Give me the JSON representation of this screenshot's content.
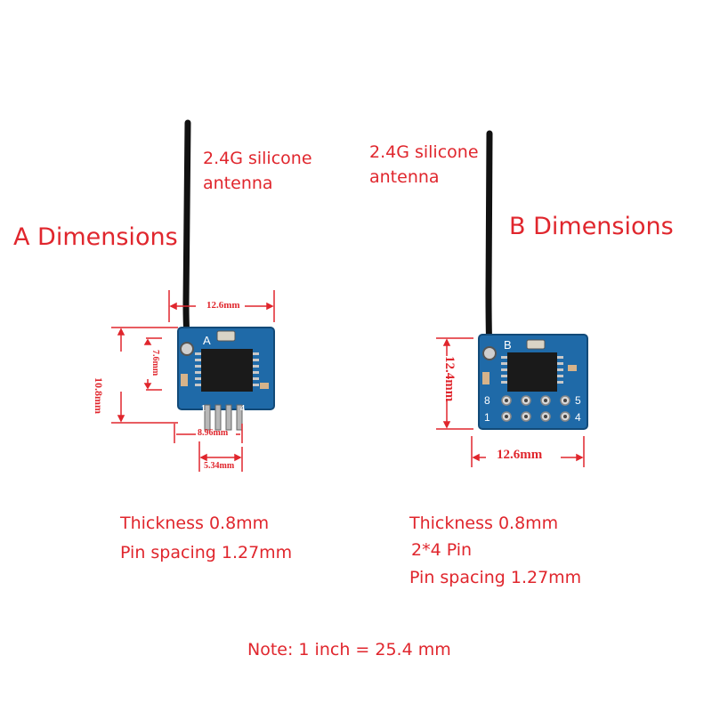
{
  "module_a": {
    "title": "A Dimensions",
    "antenna_label_line1": "2.4G silicone",
    "antenna_label_line2": "antenna",
    "board_letter": "A",
    "pin_numbers": [
      "1",
      "4"
    ],
    "dim_width": "12.6mm",
    "dim_height": "10.8mm",
    "dim_chip_height": "7.6mm",
    "dim_pin_width": "8.96mm",
    "dim_pin_span": "5.34mm",
    "thickness": "Thickness 0.8mm",
    "pin_spacing": "Pin spacing 1.27mm"
  },
  "module_b": {
    "title": "B Dimensions",
    "antenna_label_line1": "2.4G silicone",
    "antenna_label_line2": "antenna",
    "board_letter": "B",
    "pin_numbers": [
      "8",
      "5",
      "1",
      "4"
    ],
    "dim_width": "12.6mm",
    "dim_height": "12.4mm",
    "thickness": "Thickness 0.8mm",
    "pins": "2*4 Pin",
    "pin_spacing": "Pin spacing 1.27mm"
  },
  "note": "Note: 1 inch = 25.4 mm",
  "colors": {
    "label_red": "#e0262d",
    "pcb_blue": "#1f6aa8",
    "antenna_black": "#111111"
  }
}
